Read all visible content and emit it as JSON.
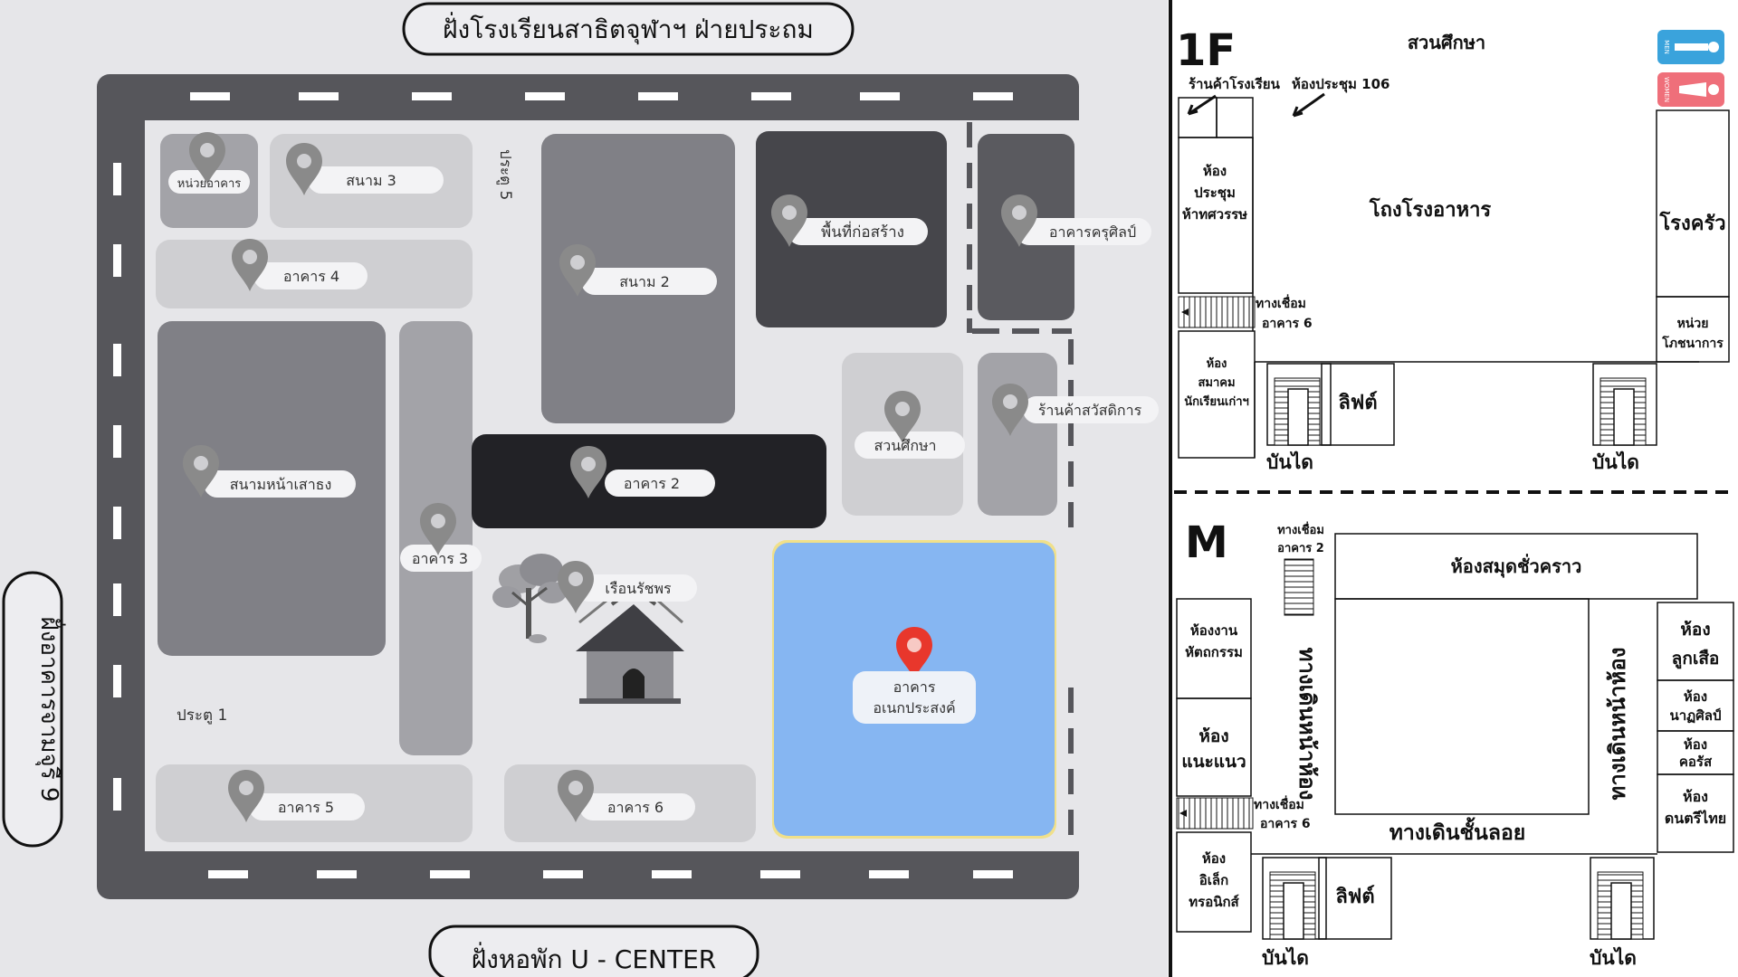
{
  "campus_map": {
    "top_side": "ฝั่งโรงเรียนสาธิตจุฬาฯ ฝ่ายประถม",
    "bottom_side": "ฝั่งหอพัก U - CENTER",
    "left_side": "ฝั่งอาคารจามจุรี 9",
    "gates": {
      "gate1": "ประตู 1",
      "gate5": "ประตู 5"
    },
    "places": {
      "building_unit": "หน่วยอาคาร",
      "field3": "สนาม 3",
      "building4": "อาคาร 4",
      "field2": "สนาม 2",
      "construction": "พื้นที่ก่อสร้าง",
      "teacher_art": "อาคารครุศิลป์",
      "flagpole_field": "สนามหน้าเสาธง",
      "building3": "อาคาร 3",
      "building2": "อาคาร 2",
      "garden": "สวนศึกษา",
      "welfare_shop": "ร้านค้าสวัสดิการ",
      "ruen_ratchaporn": "เรือนรัชพร",
      "multipurpose_line1": "อาคาร",
      "multipurpose_line2": "อเนกประสงค์",
      "building5": "อาคาร 5",
      "building6": "อาคาร 6"
    },
    "colors": {
      "highlight": "#86b6f2",
      "pin_active": "#e8372c",
      "pin": "#8a8a8a",
      "road": "#56565b"
    }
  },
  "floor_1f": {
    "floor_label": "1F",
    "garden": "สวนศึกษา",
    "school_shop": "ร้านค้าโรงเรียน",
    "meeting106": "ห้องประชุม 106",
    "meeting_room": [
      "ห้อง",
      "ประชุม",
      "ห้าทศวรรษ"
    ],
    "cafeteria": "โถงโรงอาหาร",
    "kitchen": "โรงครัว",
    "link6": [
      "ทางเชื่อม",
      "อาคาร 6"
    ],
    "alumni_room": [
      "ห้อง",
      "สมาคม",
      "นักเรียนเก่าฯ"
    ],
    "lift": "ลิฟต์",
    "stairs_left": "บันได",
    "stairs_right": "บันได",
    "nutrition": [
      "หน่วย",
      "โภชนาการ"
    ],
    "toilet_men": "MEN",
    "toilet_women": "WOMEN"
  },
  "floor_m": {
    "floor_label": "M",
    "link2": [
      "ทางเชื่อม",
      "อาคาร 2"
    ],
    "temp_library": "ห้องสมุดชั่วคราว",
    "handicraft": [
      "ห้องงาน",
      "หัตถกรรม"
    ],
    "front_walk_left": "ทางเดินหน้าห้อง",
    "front_walk_right": "ทางเดินหน้าห้อง",
    "scout": [
      "ห้อง",
      "ลูกเสือ"
    ],
    "drama": [
      "ห้อง",
      "นาฏศิลป์"
    ],
    "choir": [
      "ห้อง",
      "คอรัส"
    ],
    "guidance": [
      "ห้อง",
      "แนะแนว"
    ],
    "thai_music": [
      "ห้อง",
      "ดนตรีไทย"
    ],
    "link6": [
      "ทางเชื่อม",
      "อาคาร 6"
    ],
    "mezzanine_walk": "ทางเดินชั้นลอย",
    "electronics": [
      "ห้อง",
      "อิเล็ก",
      "ทรอนิกส์"
    ],
    "lift": "ลิฟต์",
    "stairs_left": "บันได",
    "stairs_right": "บันได"
  }
}
